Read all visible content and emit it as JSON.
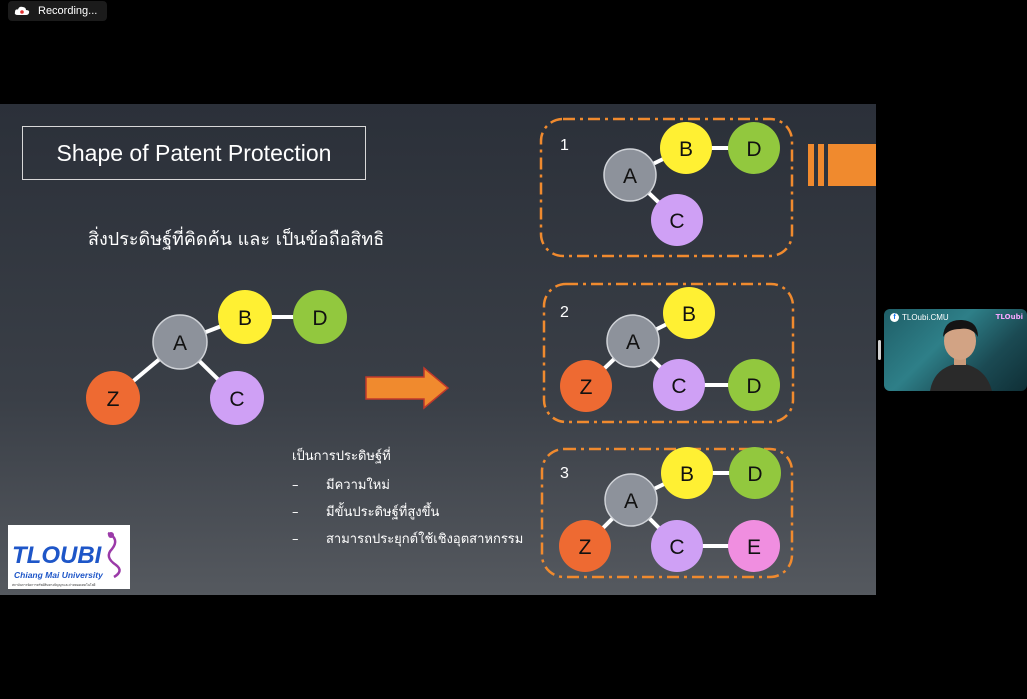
{
  "recording": {
    "label": "Recording..."
  },
  "slide": {
    "title": "Shape of Patent Protection",
    "subtitle": "สิ่งประดิษฐ์ที่คิดค้น  และ เป็นข้อถือสิทธิ",
    "properties_heading": "เป็นการประดิษฐ์ที่",
    "properties": [
      {
        "dash": "–",
        "text": "มีความใหม่"
      },
      {
        "dash": "–",
        "text": "มีขั้นประดิษฐ์ที่สูงขึ้น"
      },
      {
        "dash": "–",
        "text": "สามารถประยุกต์ใช้เชิงอุตสาหกรรม"
      }
    ],
    "main_tree": {
      "nodes": [
        "A",
        "B",
        "C",
        "D",
        "Z"
      ]
    },
    "variants": [
      {
        "number": "1",
        "nodes": [
          "A",
          "B",
          "C",
          "D"
        ]
      },
      {
        "number": "2",
        "nodes": [
          "A",
          "B",
          "C",
          "D",
          "Z"
        ]
      },
      {
        "number": "3",
        "nodes": [
          "A",
          "B",
          "C",
          "D",
          "E",
          "Z"
        ]
      }
    ],
    "logo": {
      "text": "TLOUBI",
      "subtext": "Chiang Mai University",
      "tagline": "สถาบันการจัดการทรัพย์สินทางปัญญาและถ่ายทอดเทคโนโลยี"
    },
    "colors": {
      "A": "#8d929b",
      "B": "#fff033",
      "C": "#cfa0f5",
      "D": "#92c83e",
      "Z": "#ee6a32",
      "E": "#f08ee0",
      "accent": "#f08a2e"
    }
  },
  "webcam": {
    "name": "TLOubi.CMU",
    "badge": "TLOubi"
  }
}
